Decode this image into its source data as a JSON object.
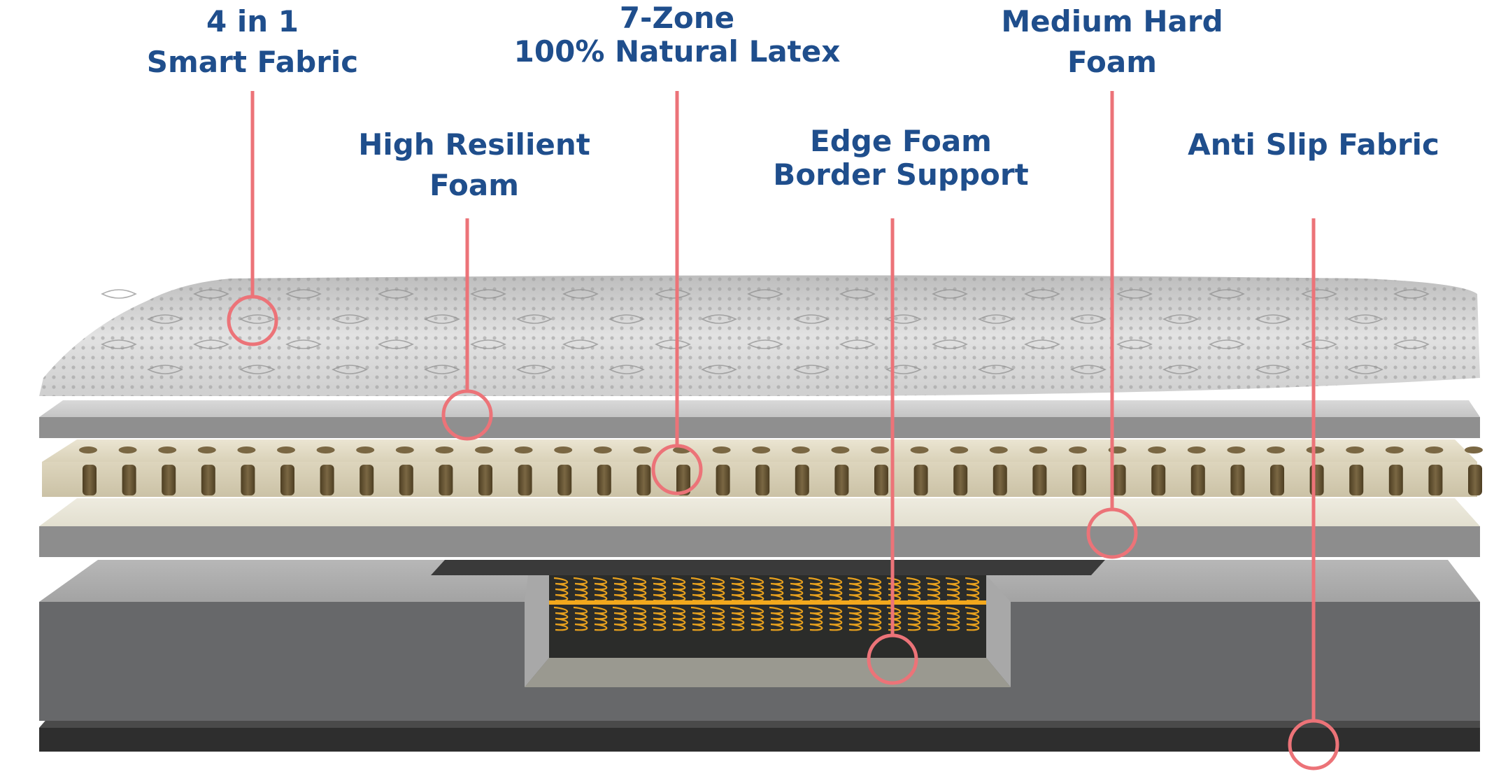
{
  "diagram": {
    "colors": {
      "label_text": "#1f4e8c",
      "callout": "#ec7378",
      "fabric_top": "#d8d8d8",
      "hr_foam": "#c9c9c9",
      "latex": "#dcd4bd",
      "latex_hole": "#6b5a37",
      "medium_foam": "#e4e1d2",
      "base_foam": "#6a6b6d",
      "coil": "#f2a81d",
      "anti_slip": "#3a3a3a"
    },
    "labels": [
      {
        "id": "smart-fabric",
        "lines": [
          "4 in 1",
          "Smart Fabric"
        ]
      },
      {
        "id": "high-resilient-foam",
        "lines": [
          "High Resilient",
          "Foam"
        ]
      },
      {
        "id": "natural-latex",
        "lines": [
          "7-Zone",
          "100% Natural Latex"
        ]
      },
      {
        "id": "edge-foam",
        "lines": [
          "Edge Foam",
          "Border Support"
        ]
      },
      {
        "id": "medium-hard-foam",
        "lines": [
          "Medium Hard",
          "Foam"
        ]
      },
      {
        "id": "anti-slip-fabric",
        "lines": [
          "Anti Slip Fabric"
        ]
      }
    ]
  }
}
